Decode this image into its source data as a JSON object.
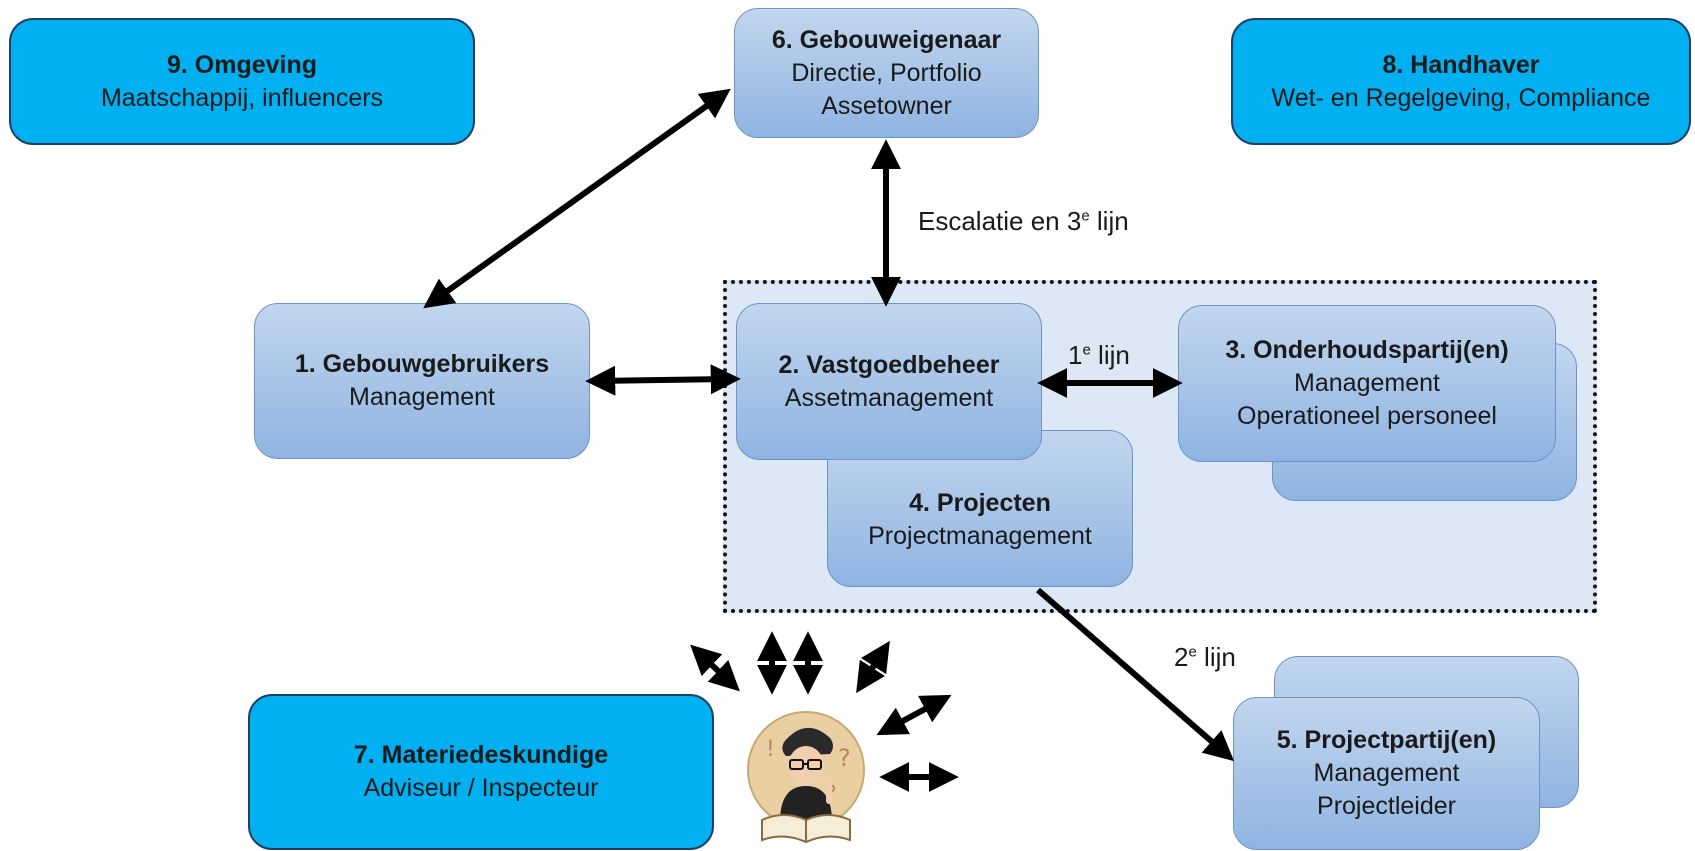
{
  "nodes": {
    "omgeving": {
      "title": "9. Omgeving",
      "subtitle": "Maatschappij, influencers"
    },
    "gebouweigenaar": {
      "title": "6. Gebouweigenaar",
      "line1": "Directie, Portfolio",
      "line2": "Assetowner"
    },
    "handhaver": {
      "title": "8. Handhaver",
      "subtitle": "Wet- en Regelgeving, Compliance"
    },
    "gebouwgebruikers": {
      "title": "1. Gebouwgebruikers",
      "subtitle": "Management"
    },
    "vastgoedbeheer": {
      "title": "2. Vastgoedbeheer",
      "subtitle": "Assetmanagement"
    },
    "onderhoudspartijen": {
      "title": "3. Onderhoudspartij(en)",
      "line1": "Management",
      "line2": "Operationeel personeel"
    },
    "projecten": {
      "title": "4. Projecten",
      "subtitle": "Projectmanagement"
    },
    "projectpartijen": {
      "title": "5. Projectpartij(en)",
      "line1": "Management",
      "line2": "Projectleider"
    },
    "materiedeskundige": {
      "title": "7. Materiedeskundige",
      "subtitle": "Adviseur / Inspecteur"
    }
  },
  "labels": {
    "escalatie": {
      "pre": "Escalatie en 3",
      "sup": "e",
      "post": " lijn"
    },
    "lijn1": {
      "pre": "1",
      "sup": "e",
      "post": " lijn"
    },
    "lijn2": {
      "pre": "2",
      "sup": "e",
      "post": " lijn"
    }
  },
  "colors": {
    "dark_box": "#00b0f0",
    "light_box": "#a9c5e9",
    "frame_fill": "#dce8f6",
    "arrow": "#000000"
  },
  "icons": {
    "expert": "thinking-expert-with-book-icon"
  }
}
